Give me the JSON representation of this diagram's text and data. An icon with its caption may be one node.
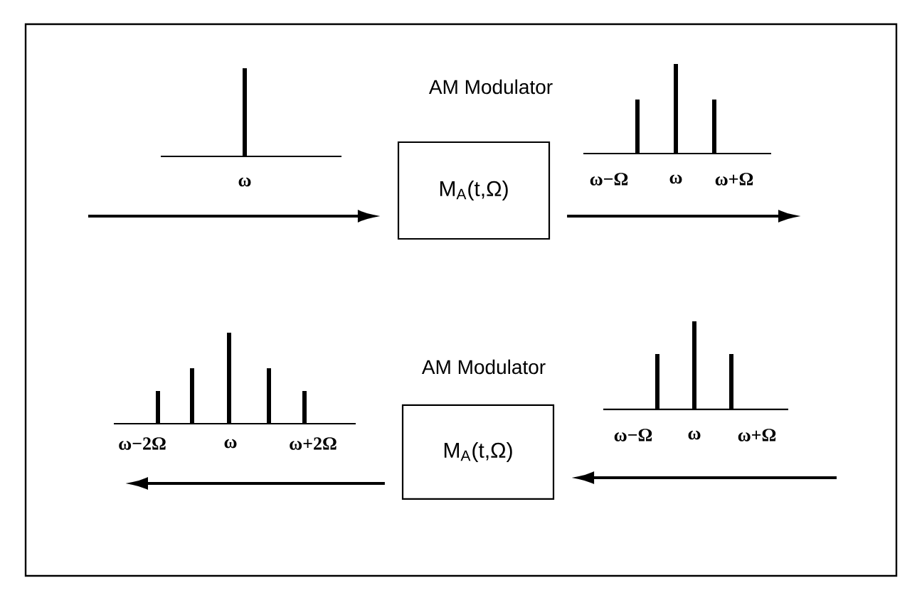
{
  "diagram": {
    "nodes": [
      {
        "text": [
          "AM Modulator",
          "M$_{A}$(t,Ω)"
        ]
      },
      {
        "text": [
          "AM Modulator",
          "M$_{A}$(t,Ω)"
        ]
      }
    ],
    "edges": [
      {
        "from": null,
        "to": 0,
        "arrow": "to"
      },
      {
        "from": 0,
        "to": null,
        "arrow": "to"
      },
      {
        "from": null,
        "to": 1,
        "arrow": "to"
      },
      {
        "from": 1,
        "to": null,
        "arrow": "to"
      }
    ],
    "labels": [
      "ω",
      "ω−Ω",
      "ω",
      "ω+Ω",
      "ω−2Ω",
      "ω",
      "ω+2Ω",
      "ω−Ω",
      "ω",
      "ω+Ω"
    ]
  }
}
